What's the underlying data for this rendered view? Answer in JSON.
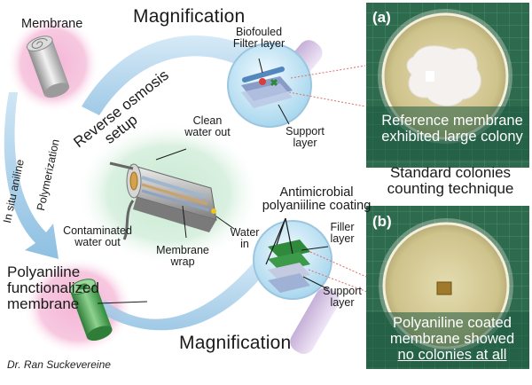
{
  "labels": {
    "membrane": "Membrane",
    "magnification_top": "Magnification",
    "biofouled_1": "Biofouled",
    "biofouled_2": "Filter layer",
    "support_top_1": "Support",
    "support_top_2": "layer",
    "ro_1": "Reverse osmosis",
    "ro_2": "setup",
    "clean_1": "Clean",
    "clean_2": "water out",
    "in_situ": "In situ aniline",
    "polymerization": "Polymerization",
    "contaminated_1": "Contaminated",
    "contaminated_2": "water out",
    "water_in_1": "Water",
    "water_in_2": "in",
    "membrane_wrap_1": "Membrane",
    "membrane_wrap_2": "wrap",
    "antimicrobial_1": "Antimicrobial",
    "antimicrobial_2": "polyaniiline coating",
    "filler_1": "Filler",
    "filler_2": "layer",
    "support_bottom_1": "Support",
    "support_bottom_2": "layer",
    "standard_1": "Standard colonies",
    "standard_2": "counting technique",
    "pani_1": "Polyaniline",
    "pani_2": "functionalized",
    "pani_3": "membrane",
    "magnification_bottom": "Magnification",
    "credit": "Dr. Ran Suckevereine"
  },
  "photos": {
    "a": {
      "tag": "(a)",
      "caption_1": "Reference membrane",
      "caption_2": "exhibited large colony"
    },
    "b": {
      "tag": "(b)",
      "caption_1": "Polyaniline coated",
      "caption_2": "membrane showed",
      "caption_3": "no colonies at all"
    }
  },
  "colors": {
    "arrow_blue": "#9cc8e6",
    "pink_glow": "#f2a9cf",
    "green_glow": "#a9d8b8",
    "photo_bg": "#2f6a4f",
    "membrane_green": "#3d9a4a",
    "petri_agar": "#d8cf9c"
  },
  "icons": [
    "membrane-roll-icon",
    "ro-module-icon",
    "magnifier-icon",
    "petri-dish-icon",
    "layer-stack-icon"
  ]
}
